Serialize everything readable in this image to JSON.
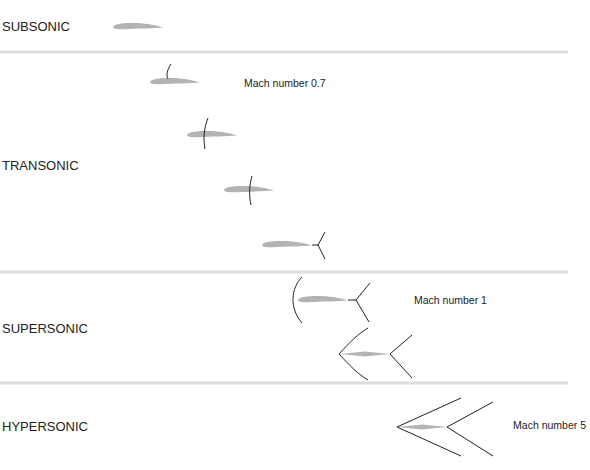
{
  "diagram": {
    "labels": [
      "SUBSONIC",
      "Mach number 0.7",
      "TRANSONIC",
      "Mach number 1",
      "SUPERSONIC",
      "HYPERSONIC",
      "Mach number 5"
    ]
  }
}
